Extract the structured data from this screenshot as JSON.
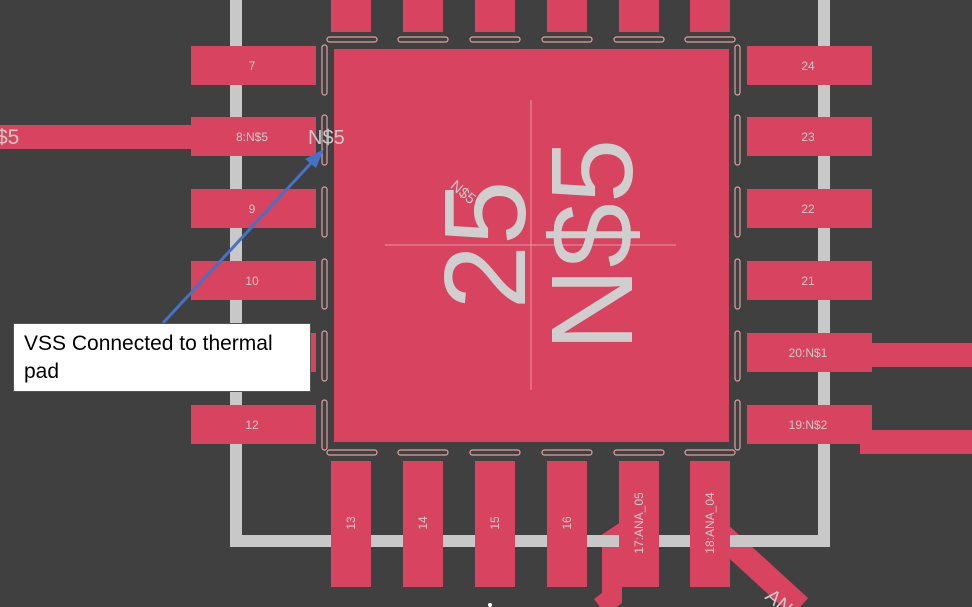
{
  "colors": {
    "background": "#404040",
    "pad": "#d8435f",
    "outline": "#c8c8c8",
    "pad_text": "#c9c9c9",
    "marker": "#e0a0a0",
    "arrow": "#4472c4"
  },
  "pads": {
    "left": [
      "7",
      "8:N$5",
      "9",
      "10",
      "12"
    ],
    "right": [
      "24",
      "23",
      "22",
      "21",
      "20:N$1",
      "19:N$2"
    ],
    "bottom": [
      "13",
      "14",
      "15",
      "16",
      "17:ANA_05",
      "18:ANA_04"
    ]
  },
  "thermal_pad": {
    "number": "25",
    "net": "N$5",
    "small_net": "N$5"
  },
  "labels": {
    "net_left_edge": "$5",
    "net_near_pad8": "N$5",
    "trace_bottom_right": "AN"
  },
  "annotation": {
    "text_line1": "VSS Connected to thermal",
    "text_line2": "pad"
  }
}
